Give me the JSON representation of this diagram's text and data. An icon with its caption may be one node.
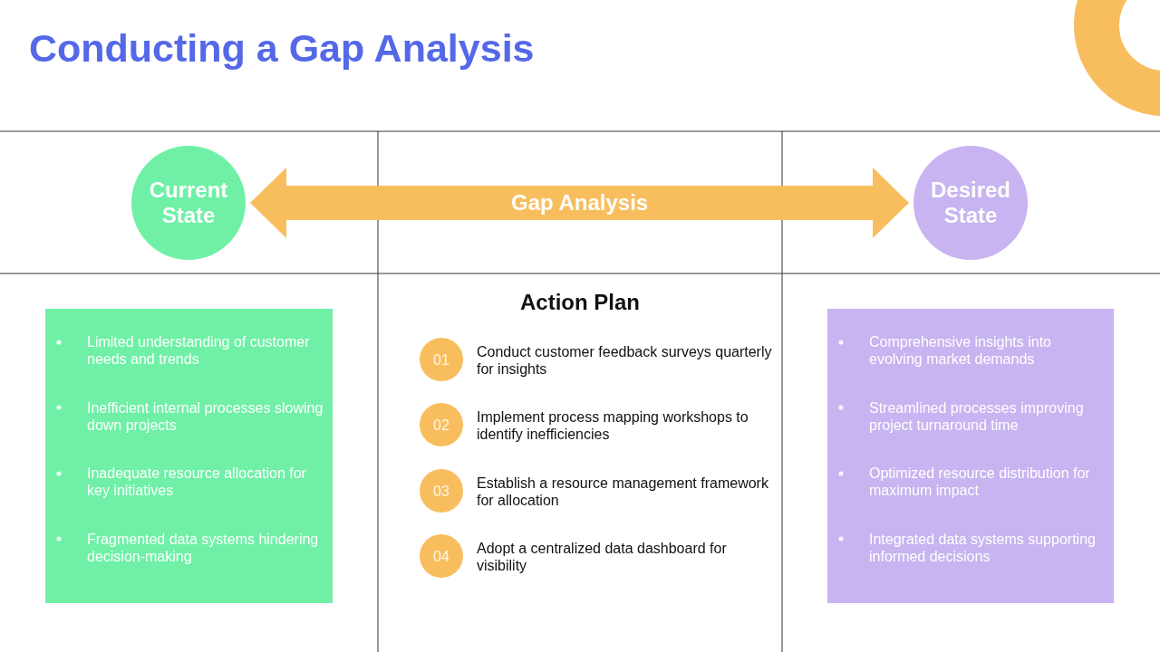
{
  "diagram": {
    "title": "Conducting a Gap Analysis",
    "nodes": [
      {
        "text": [
          "Current State"
        ]
      },
      {
        "text": [
          "Desired State"
        ]
      },
      {
        "text": [
          "Limited understanding of customer needs and trends",
          "Inefficient internal processes slowing down projects",
          "Inadequate resource allocation for key initiatives",
          "Fragmented data systems hindering decision-making"
        ]
      },
      {
        "text": [
          "01"
        ],
        "beside": [
          "Conduct customer feedback surveys quarterly for insights"
        ]
      },
      {
        "text": [
          "02"
        ],
        "beside": [
          "Implement process mapping workshops to identify inefficiencies"
        ]
      },
      {
        "text": [
          "03"
        ],
        "beside": [
          "Establish a resource management framework for allocation"
        ]
      },
      {
        "text": [
          "04"
        ],
        "beside": [
          "Adopt a centralized data dashboard for visibility"
        ]
      },
      {
        "text": [
          "Comprehensive insights into evolving market demands",
          "Streamlined processes improving project turnaround time",
          "Optimized resource distribution for maximum impact",
          "Integrated data systems supporting informed decisions"
        ]
      }
    ],
    "edges": [
      {
        "from": 0,
        "to": 1,
        "arrow": "both",
        "label": "Gap Analysis",
        "color": "#f8be5e"
      }
    ],
    "labels": [
      "Action Plan"
    ]
  }
}
